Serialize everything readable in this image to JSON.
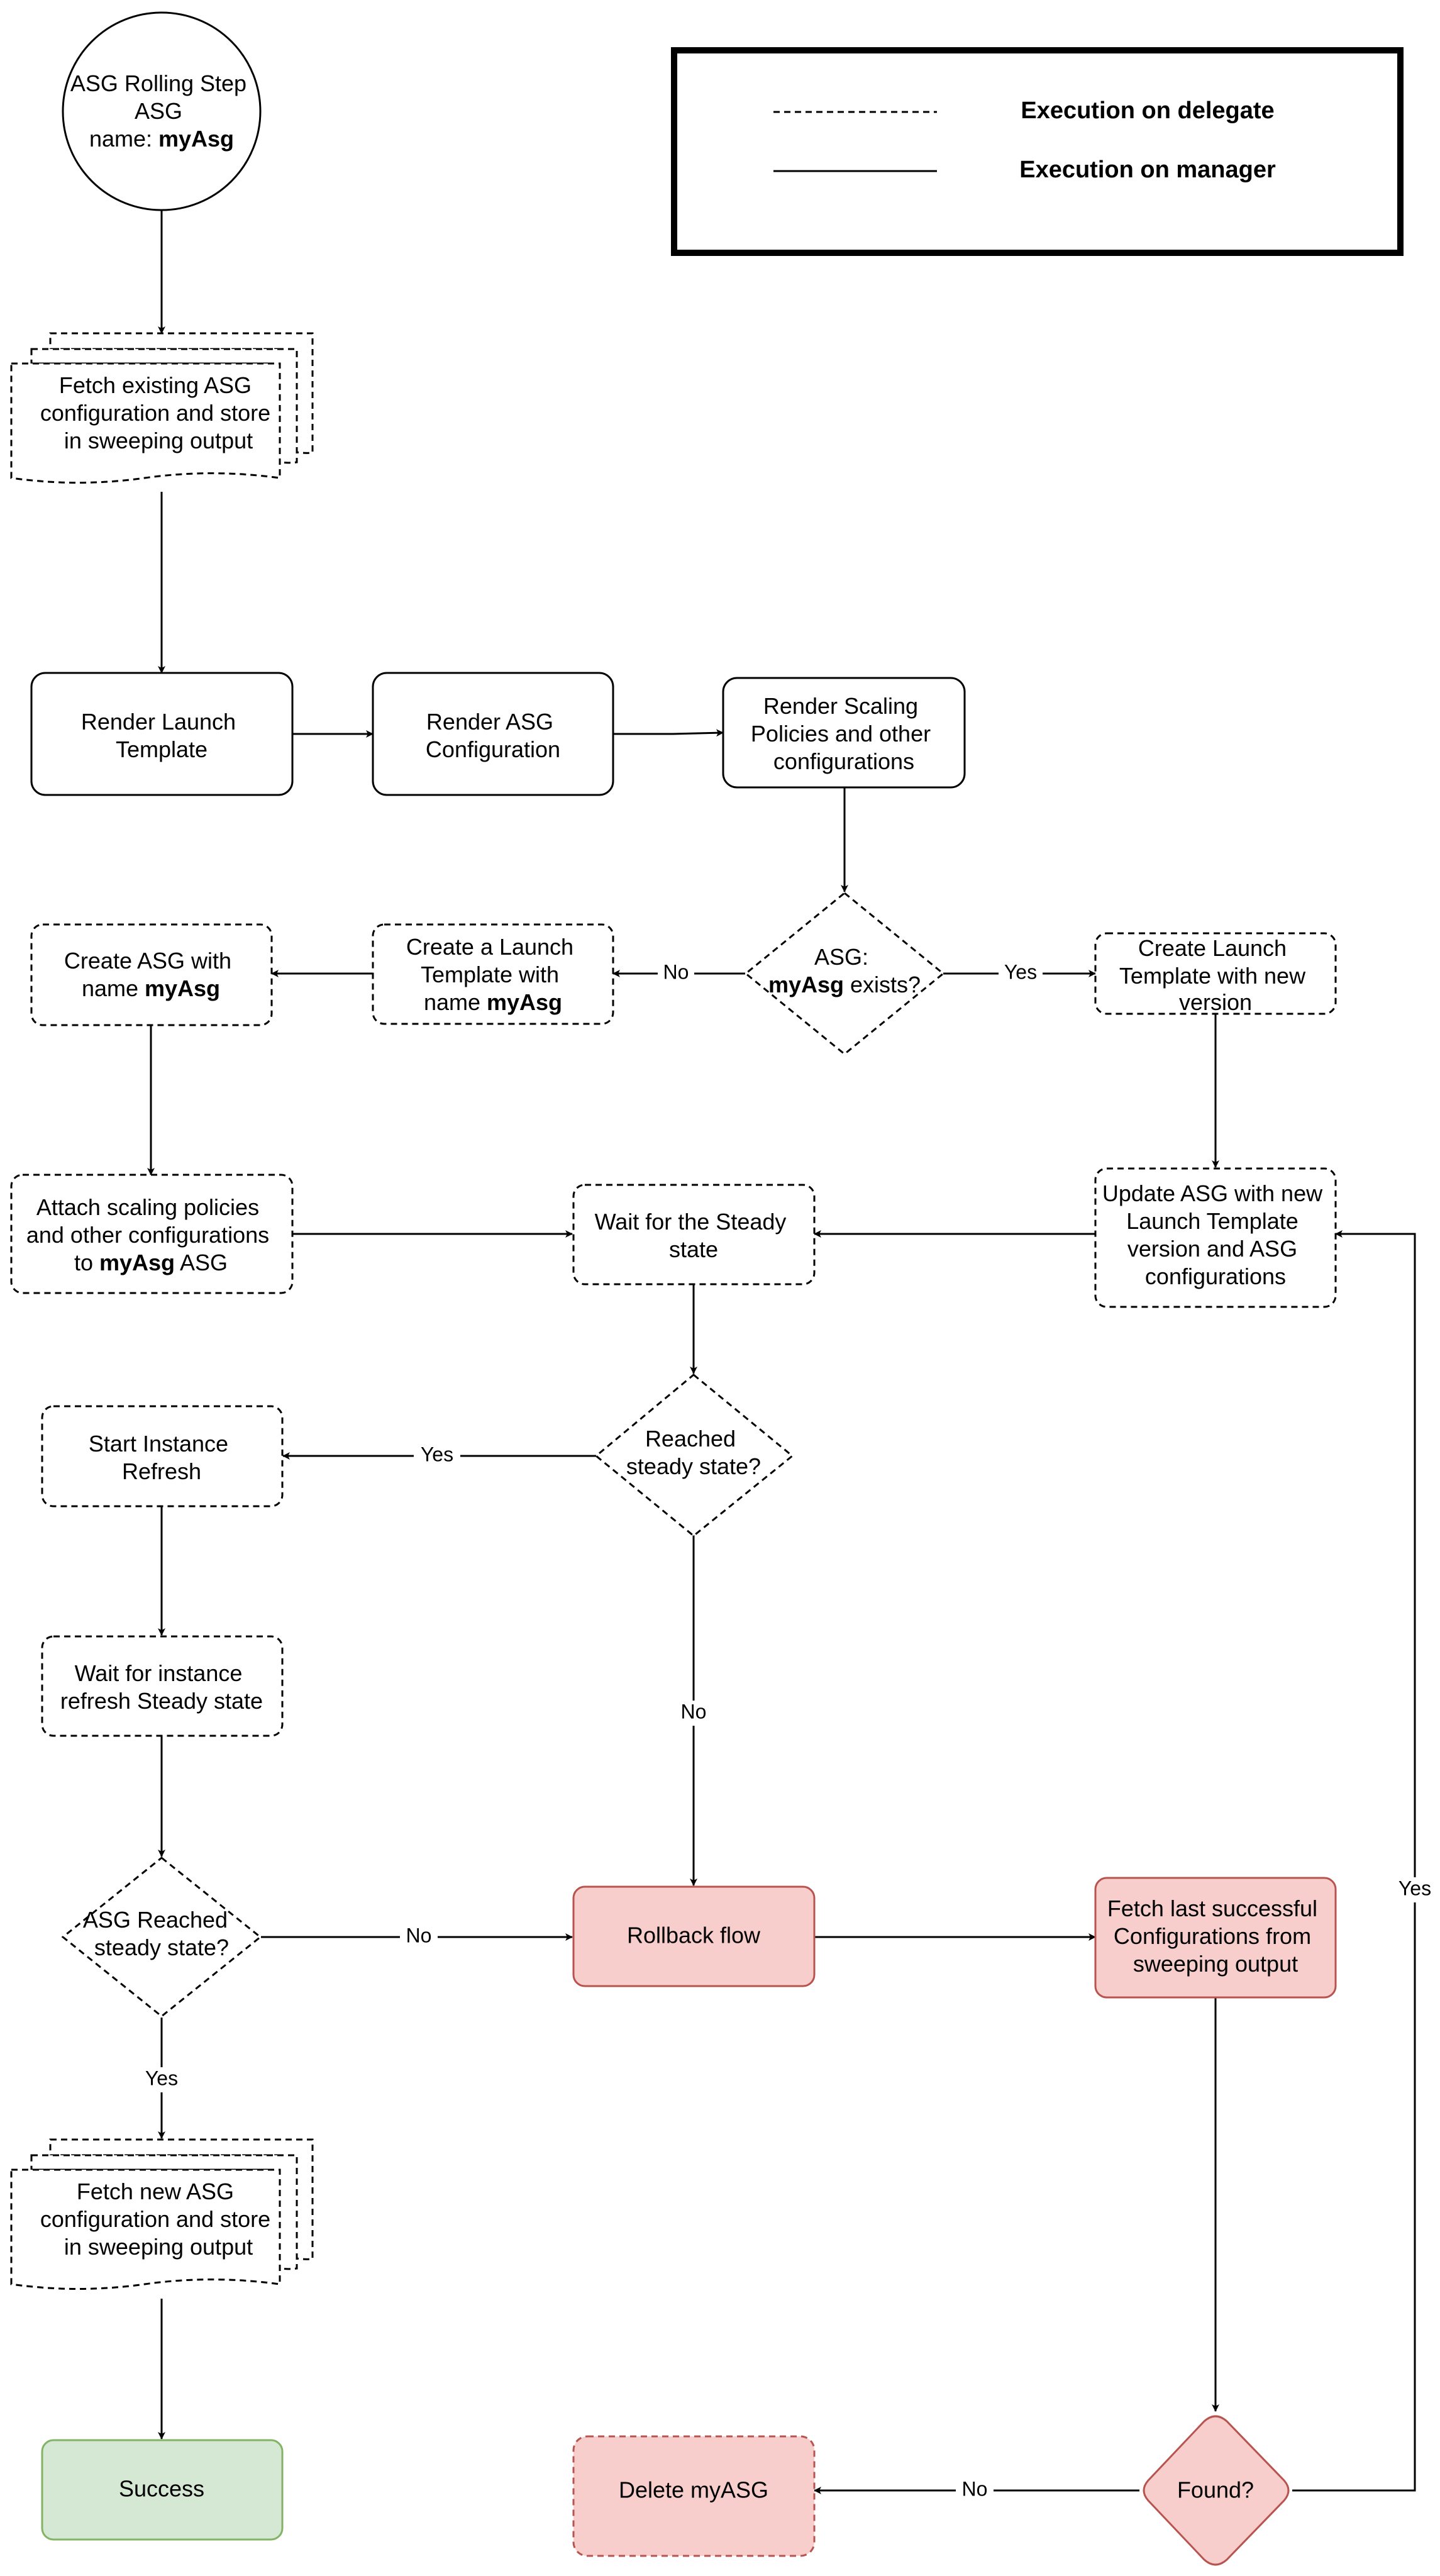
{
  "legend": {
    "delegate_label": "Execution on delegate",
    "manager_label": "Execution on manager"
  },
  "nodes": {
    "start": {
      "line1": "ASG Rolling Step",
      "line2": "ASG",
      "line3_prefix": "name: ",
      "line3_bold": "myAsg"
    },
    "fetch_existing": {
      "line1": "Fetch existing ASG",
      "line2": "configuration and store",
      "line3": "in sweeping output"
    },
    "render_launch": {
      "line1": "Render Launch",
      "line2": "Template"
    },
    "render_asg": {
      "line1": "Render ASG",
      "line2": "Configuration"
    },
    "render_scaling": {
      "line1": "Render Scaling",
      "line2": "Policies and other",
      "line3": "configurations"
    },
    "asg_exists": {
      "line1": "ASG:",
      "line2_bold": "myAsg",
      "line2_suffix": " exists?"
    },
    "create_launch_template": {
      "line1": "Create a Launch",
      "line2": "Template with",
      "line3_prefix": "name ",
      "line3_bold": "myAsg"
    },
    "create_asg": {
      "line1": "Create ASG with",
      "line2_prefix": "name ",
      "line2_bold": "myAsg"
    },
    "create_launch_new_version": {
      "line1": "Create Launch",
      "line2": "Template with new",
      "line3": "version"
    },
    "attach_scaling": {
      "line1": "Attach scaling policies",
      "line2": "and other configurations",
      "line3_prefix": "to ",
      "line3_bold": "myAsg",
      "line3_suffix": " ASG"
    },
    "wait_steady": {
      "line1": "Wait for the Steady",
      "line2": "state"
    },
    "update_asg": {
      "line1": "Update ASG with new",
      "line2": "Launch Template",
      "line3": "version and ASG",
      "line4": "configurations"
    },
    "reached_steady": {
      "line1": "Reached",
      "line2": "steady state?"
    },
    "start_refresh": {
      "line1": "Start Instance",
      "line2": "Refresh"
    },
    "wait_refresh": {
      "line1": "Wait for instance",
      "line2": "refresh Steady state"
    },
    "asg_reached": {
      "line1": "ASG Reached",
      "line2": "steady state?"
    },
    "rollback": {
      "line1": "Rollback flow"
    },
    "fetch_last": {
      "line1": "Fetch last successful",
      "line2": "Configurations from",
      "line3": "sweeping output"
    },
    "fetch_new": {
      "line1": "Fetch new ASG",
      "line2": "configuration and store",
      "line3": "in sweeping output"
    },
    "success": {
      "line1": "Success"
    },
    "delete": {
      "line1": "Delete myASG"
    },
    "found": {
      "line1": "Found?"
    }
  },
  "edge_labels": {
    "no_create_template": "No",
    "yes_new_version": "Yes",
    "yes_refresh": "Yes",
    "no_rollback_from_reached": "No",
    "no_rollback_from_asg": "No",
    "yes_fetch_new": "Yes",
    "no_delete": "No",
    "yes_update": "Yes"
  },
  "colors": {
    "rollback_fill": "#f8cecc",
    "rollback_stroke": "#b85450",
    "success_fill": "#d5e8d4",
    "success_stroke": "#82b366"
  }
}
